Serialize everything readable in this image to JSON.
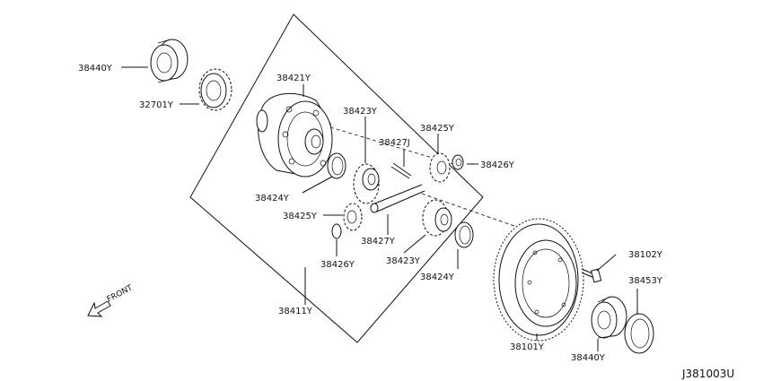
{
  "labels": {
    "p38440_top": "38440Y",
    "p32701": "32701Y",
    "p38421": "38421Y",
    "p38423_top": "38423Y",
    "p38427j": "38427J",
    "p38425_right": "38425Y",
    "p38426_right": "38426Y",
    "p38424_left": "38424Y",
    "p38425_left": "38425Y",
    "p38427": "38427Y",
    "p38426_left": "38426Y",
    "p38423_bottom": "38423Y",
    "p38424_right": "38424Y",
    "p38411": "38411Y",
    "p38102": "38102Y",
    "p38453": "38453Y",
    "p38101": "38101Y",
    "p38440_bottom": "38440Y"
  },
  "front_label": "FRONT",
  "diagram_code": "J381003U"
}
